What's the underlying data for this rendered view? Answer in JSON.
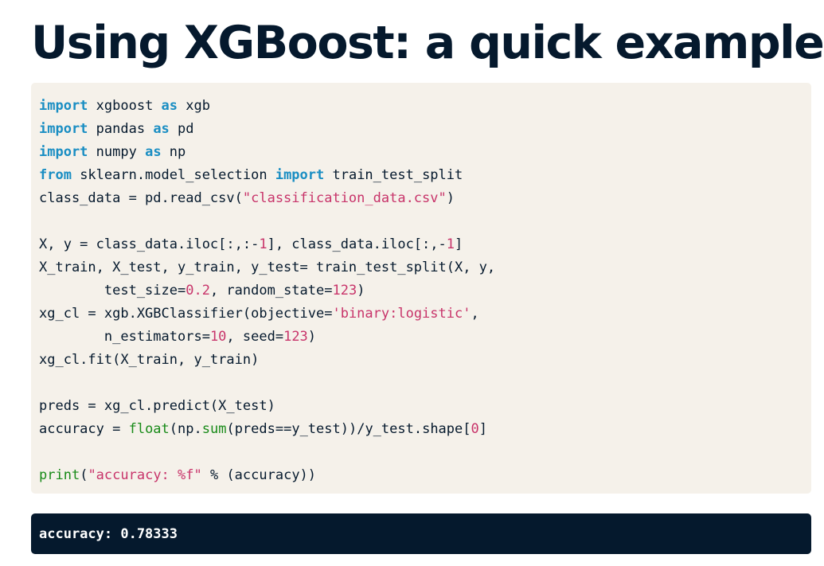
{
  "slide": {
    "title": "Using XGBoost: a quick example"
  },
  "code": {
    "lines": [
      [
        {
          "t": "import",
          "c": "kw"
        },
        {
          "t": " xgboost "
        },
        {
          "t": "as",
          "c": "kw"
        },
        {
          "t": " xgb"
        }
      ],
      [
        {
          "t": "import",
          "c": "kw"
        },
        {
          "t": " pandas "
        },
        {
          "t": "as",
          "c": "kw"
        },
        {
          "t": " pd"
        }
      ],
      [
        {
          "t": "import",
          "c": "kw"
        },
        {
          "t": " numpy "
        },
        {
          "t": "as",
          "c": "kw"
        },
        {
          "t": " np"
        }
      ],
      [
        {
          "t": "from",
          "c": "kw"
        },
        {
          "t": " sklearn.model_selection "
        },
        {
          "t": "import",
          "c": "kw"
        },
        {
          "t": " train_test_split"
        }
      ],
      [
        {
          "t": "class_data = pd.read_csv("
        },
        {
          "t": "\"classification_data.csv\"",
          "c": "str"
        },
        {
          "t": ")"
        }
      ],
      [],
      [
        {
          "t": "X, y = class_data.iloc[:,:-"
        },
        {
          "t": "1",
          "c": "num"
        },
        {
          "t": "], class_data.iloc[:,-"
        },
        {
          "t": "1",
          "c": "num"
        },
        {
          "t": "]"
        }
      ],
      [
        {
          "t": "X_train, X_test, y_train, y_test= train_test_split(X, y,"
        }
      ],
      [
        {
          "t": "        test_size="
        },
        {
          "t": "0.2",
          "c": "num"
        },
        {
          "t": ", random_state="
        },
        {
          "t": "123",
          "c": "num"
        },
        {
          "t": ")"
        }
      ],
      [
        {
          "t": "xg_cl = xgb.XGBClassifier(objective="
        },
        {
          "t": "'binary:logistic'",
          "c": "str"
        },
        {
          "t": ","
        }
      ],
      [
        {
          "t": "        n_estimators="
        },
        {
          "t": "10",
          "c": "num"
        },
        {
          "t": ", seed="
        },
        {
          "t": "123",
          "c": "num"
        },
        {
          "t": ")"
        }
      ],
      [
        {
          "t": "xg_cl.fit(X_train, y_train)"
        }
      ],
      [],
      [
        {
          "t": "preds = xg_cl.predict(X_test)"
        }
      ],
      [
        {
          "t": "accuracy = "
        },
        {
          "t": "float",
          "c": "bi"
        },
        {
          "t": "(np."
        },
        {
          "t": "sum",
          "c": "bi"
        },
        {
          "t": "(preds==y_test))/y_test.shape["
        },
        {
          "t": "0",
          "c": "num"
        },
        {
          "t": "]"
        }
      ],
      [],
      [
        {
          "t": "print",
          "c": "bi"
        },
        {
          "t": "("
        },
        {
          "t": "\"accuracy: %f\"",
          "c": "str"
        },
        {
          "t": " % (accuracy))"
        }
      ]
    ]
  },
  "output": {
    "text": "accuracy: 0.78333"
  },
  "colors": {
    "title": "#05192d",
    "code_background": "#f5f1ea",
    "keyword": "#1a8ec3",
    "string": "#c8346a",
    "builtin": "#188a18",
    "output_background": "#05192d",
    "output_text": "#ffffff"
  }
}
